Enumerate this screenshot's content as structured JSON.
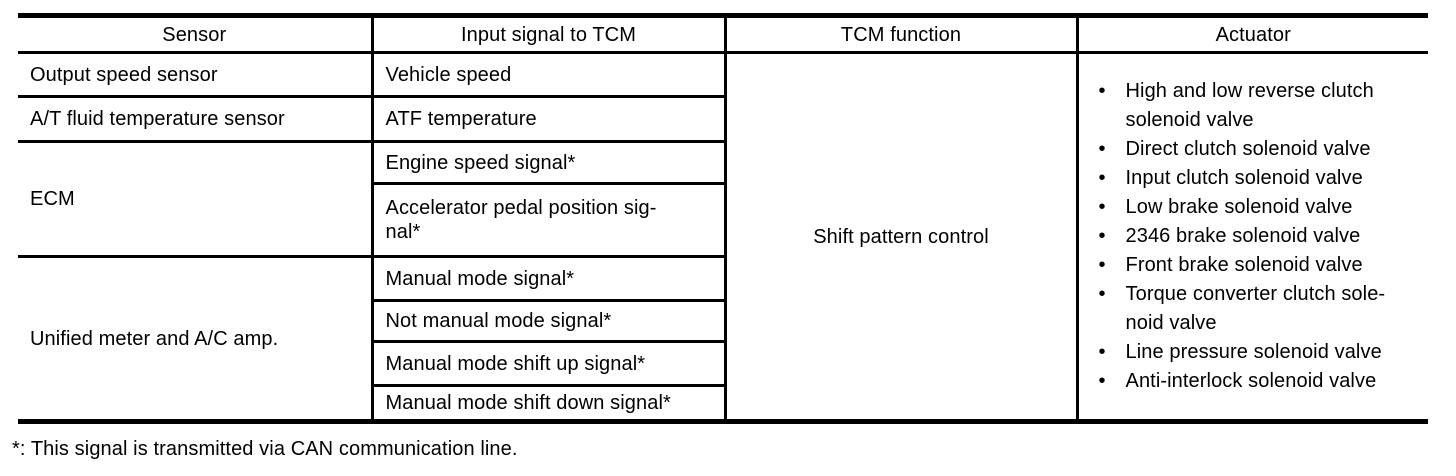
{
  "page": {
    "footnote": "*: This signal is transmitted via CAN communication line."
  },
  "table": {
    "header": {
      "sensor": "Sensor",
      "input": "Input signal to TCM",
      "function": "TCM function",
      "actuator": "Actuator"
    },
    "rows": {
      "output_speed": {
        "sensor": "Output speed sensor",
        "signal": "Vehicle speed"
      },
      "fluid_temp": {
        "sensor": "A/T fluid temperature sensor",
        "signal": "ATF temperature"
      },
      "ecm": {
        "sensor": "ECM",
        "signal_engine": "Engine speed signal*",
        "signal_accel": [
          "Accelerator pedal position sig-",
          "nal*"
        ]
      },
      "unified_meter": {
        "sensor": "Unified meter and A/C amp.",
        "signal_manual": "Manual mode signal*",
        "signal_not_manual": "Not manual mode signal*",
        "signal_shift_up": "Manual mode shift up signal*",
        "signal_shift_down": "Manual mode shift down signal*"
      }
    },
    "tcm_function": "Shift pattern control",
    "actuators": [
      [
        "High and low reverse clutch",
        "solenoid valve"
      ],
      "Direct clutch solenoid valve",
      "Input clutch solenoid valve",
      "Low brake solenoid valve",
      "2346 brake solenoid valve",
      "Front brake solenoid valve",
      [
        "Torque converter clutch sole-",
        "noid valve"
      ],
      "Line pressure solenoid valve",
      "Anti-interlock solenoid valve"
    ]
  }
}
